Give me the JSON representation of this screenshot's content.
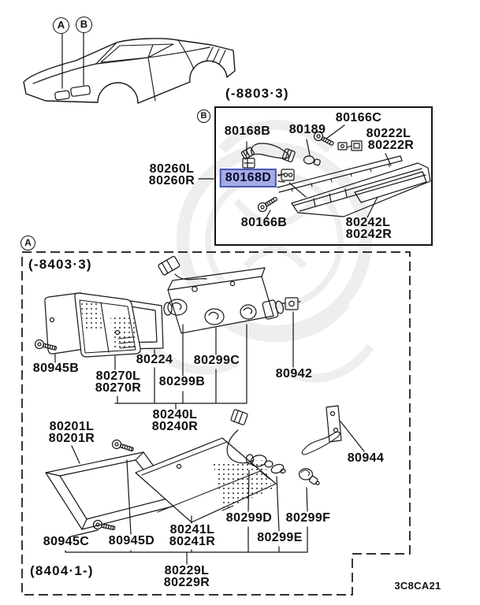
{
  "diagram": {
    "footer_code": "3C8CA21",
    "colors": {
      "highlight_bg": "#a4ace2",
      "highlight_border": "#4a55b8",
      "line": "#141414"
    },
    "car_callouts": {
      "a": "A",
      "b": "B"
    },
    "section_b": {
      "callout": "B",
      "date_code": "(-8803·3)",
      "highlighted_part": "80168D",
      "parts": {
        "p80168B": "80168B",
        "p80189": "80189",
        "p80166C": "80166C",
        "p80222L": "80222L",
        "p80222R": "80222R",
        "p80260L": "80260L",
        "p80260R": "80260R",
        "p80168D": "80168D",
        "p80166B": "80166B",
        "p80242L": "80242L",
        "p80242R": "80242R"
      }
    },
    "section_a": {
      "callout": "A",
      "date_code_early": "(-8403·3)",
      "date_code_late": "(8404·1-)",
      "parts": {
        "p80945B": "80945B",
        "p80270L": "80270L",
        "p80270R": "80270R",
        "p80224": "80224",
        "p80299B": "80299B",
        "p80299C": "80299C",
        "p80942": "80942",
        "p80240L": "80240L",
        "p80240R": "80240R",
        "p80201L": "80201L",
        "p80201R": "80201R",
        "p80944": "80944",
        "p80299D": "80299D",
        "p80299E": "80299E",
        "p80299F": "80299F",
        "p80241L": "80241L",
        "p80241R": "80241R",
        "p80945C": "80945C",
        "p80945D": "80945D",
        "p80229L": "80229L",
        "p80229R": "80229R"
      }
    }
  }
}
